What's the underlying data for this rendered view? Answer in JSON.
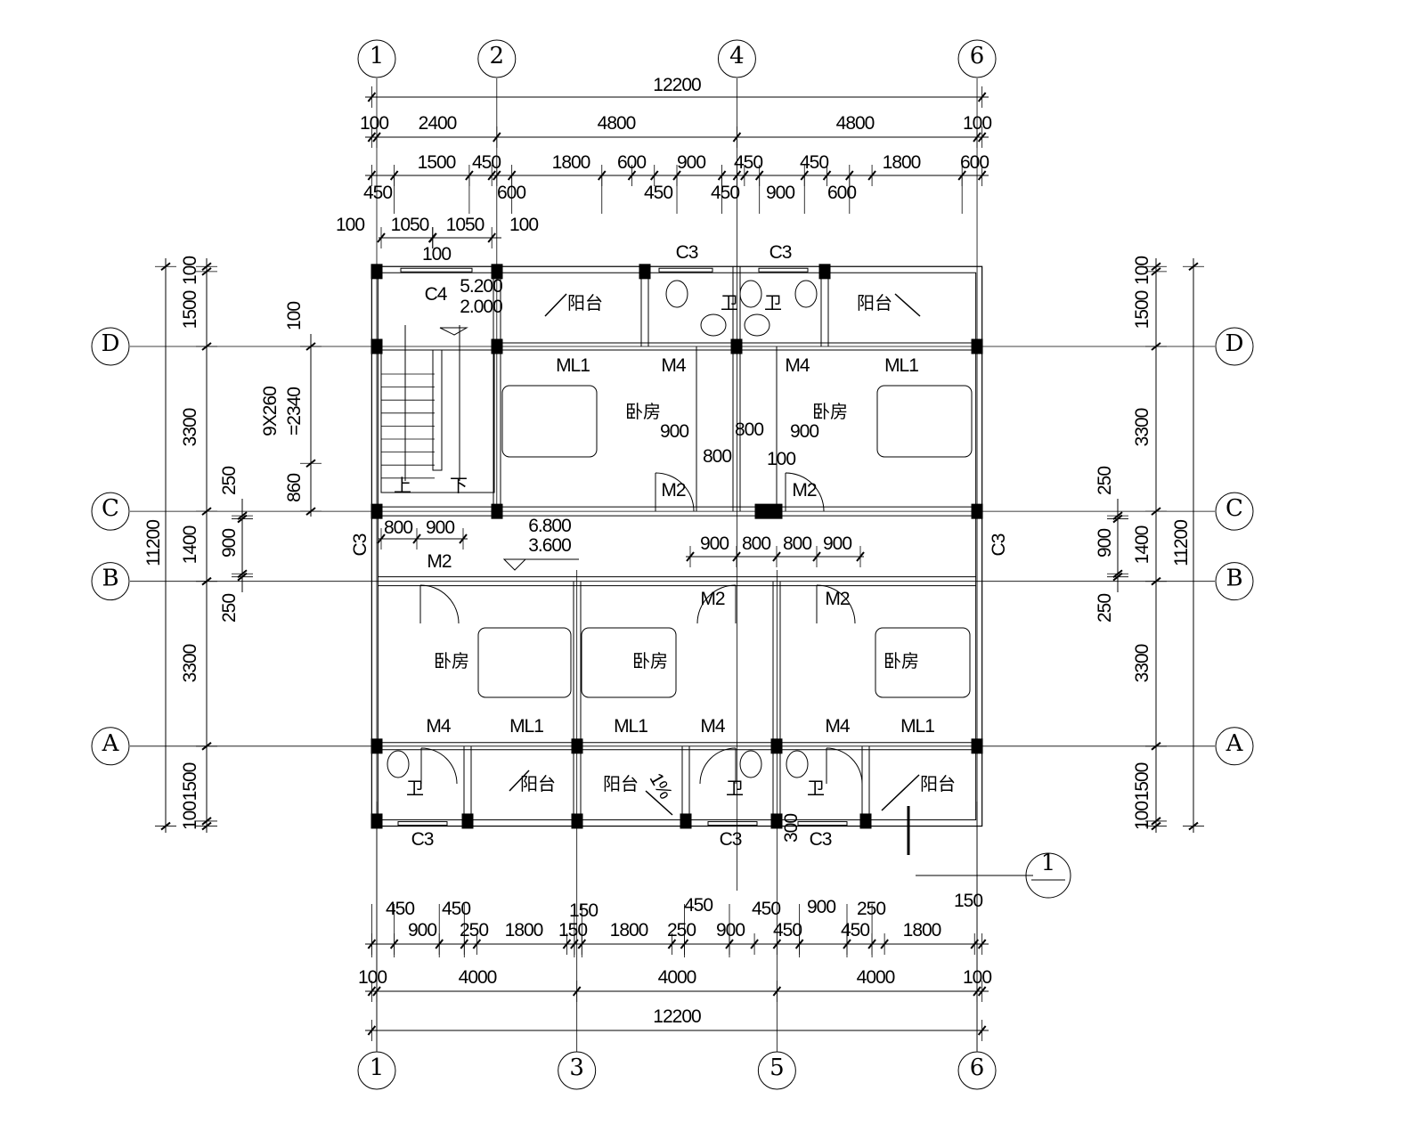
{
  "axes": {
    "top": [
      "1",
      "2",
      "4",
      "6"
    ],
    "bottom": [
      "1",
      "3",
      "5",
      "6"
    ],
    "left": [
      "D",
      "C",
      "B",
      "A"
    ],
    "right": [
      "D",
      "C",
      "B",
      "A"
    ]
  },
  "dims": {
    "top_total": "12200",
    "top_axes": [
      "100",
      "2400",
      "4800",
      "4800",
      "100"
    ],
    "top_detail": [
      "1500",
      "450",
      "1800",
      "600",
      "900",
      "450",
      "450",
      "1800",
      "600"
    ],
    "top_detail_lower": [
      "450",
      "600",
      "450",
      "450",
      "900",
      "600"
    ],
    "top_stair": [
      "100",
      "1050",
      "1050",
      "100"
    ],
    "top_stair_mid": "100",
    "bottom_upper": [
      "450",
      "450",
      "150",
      "450",
      "450",
      "900",
      "250",
      "150"
    ],
    "bottom_detail": [
      "900",
      "250",
      "1800",
      "150",
      "1800",
      "250",
      "900",
      "450",
      "450",
      "1800"
    ],
    "bottom_axes": [
      "100",
      "4000",
      "4000",
      "4000",
      "100"
    ],
    "bottom_total": "12200",
    "side": [
      "100",
      "1500",
      "3300",
      "1400",
      "3300",
      "1500",
      "100"
    ],
    "side_total": "11200",
    "side_inner": [
      "250",
      "900",
      "250"
    ],
    "stair_side": {
      "top": "100",
      "steps": "9X260",
      "steps_total": "=2340",
      "bottom": "860"
    }
  },
  "rooms": {
    "balcony": "阳台",
    "bedroom": "卧房",
    "bathroom": "卫"
  },
  "doors": {
    "ml1": "ML1",
    "m4": "M4",
    "m2": "M2"
  },
  "windows": {
    "c3": "C3",
    "c4": "C4"
  },
  "levels": {
    "stair_top": "5.200",
    "stair_bottom": "2.000",
    "corridor_top": "6.800",
    "corridor_bottom": "3.600"
  },
  "stair": {
    "up": "上",
    "down": "下"
  },
  "interior_dims": [
    "900",
    "800",
    "900",
    "800",
    "100"
  ],
  "corridor_dims_left": [
    "800",
    "900"
  ],
  "corridor_dims_right": [
    "900",
    "800",
    "800",
    "900"
  ],
  "slope": "1%",
  "small_dim": "300",
  "section_mark": "1"
}
